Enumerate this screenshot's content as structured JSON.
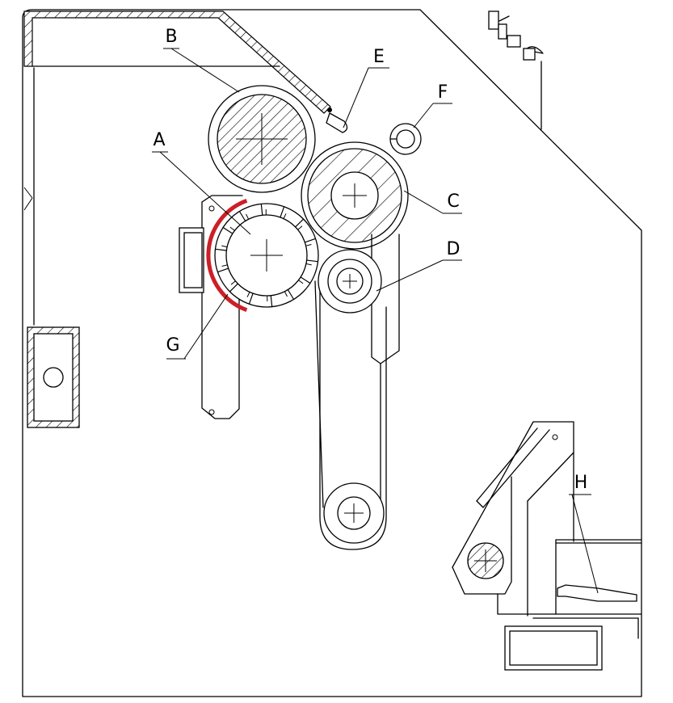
{
  "labels": {
    "a": "A",
    "b": "B",
    "c": "C",
    "d": "D",
    "e": "E",
    "f": "F",
    "g": "G",
    "h": "H"
  },
  "colors": {
    "line": "#000000",
    "highlight": "#cc1f27",
    "background": "#ffffff"
  }
}
